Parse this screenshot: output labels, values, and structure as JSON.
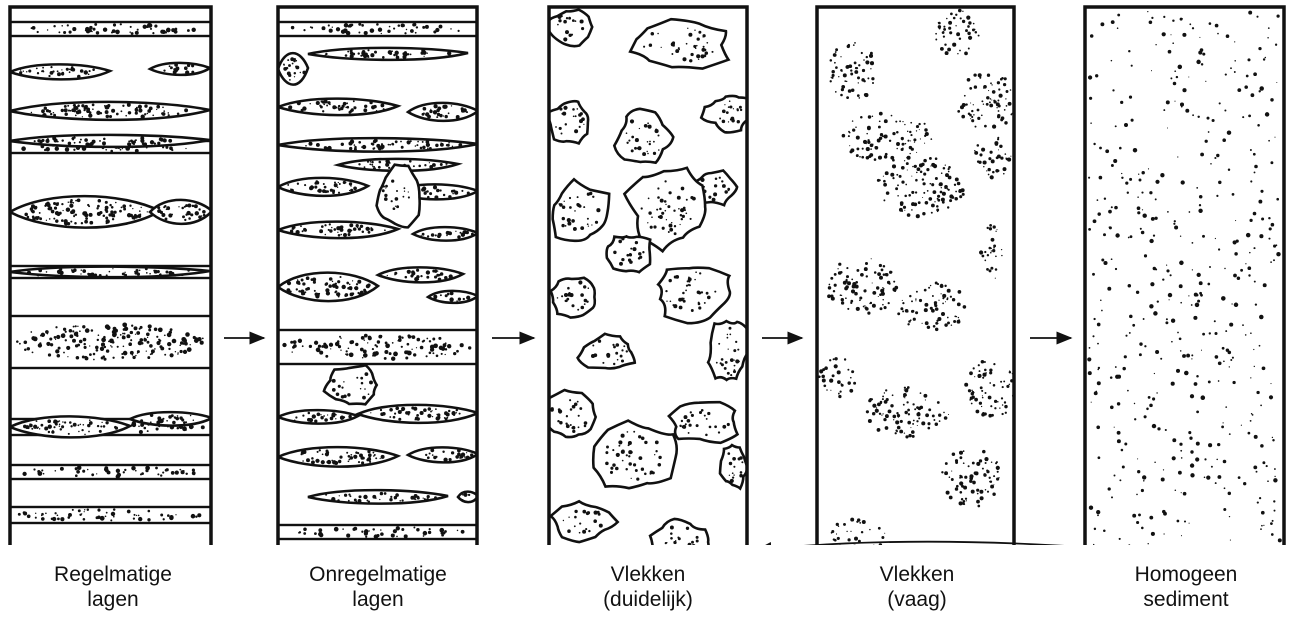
{
  "colors": {
    "ink": "#111111",
    "paper": "#ffffff"
  },
  "panels": [
    {
      "id": "regelmatige",
      "caption": [
        "Regelmatige",
        "lagen"
      ]
    },
    {
      "id": "onregelmatige",
      "caption": [
        "Onregelmatige",
        "lagen"
      ]
    },
    {
      "id": "vlekken-duidelijk",
      "caption": [
        "Vlekken",
        "(duidelijk)"
      ]
    },
    {
      "id": "vlekken-vaag",
      "caption": [
        "Vlekken",
        "(vaag)"
      ]
    },
    {
      "id": "homogeen",
      "caption": [
        "Homogeen",
        "sediment"
      ]
    }
  ]
}
